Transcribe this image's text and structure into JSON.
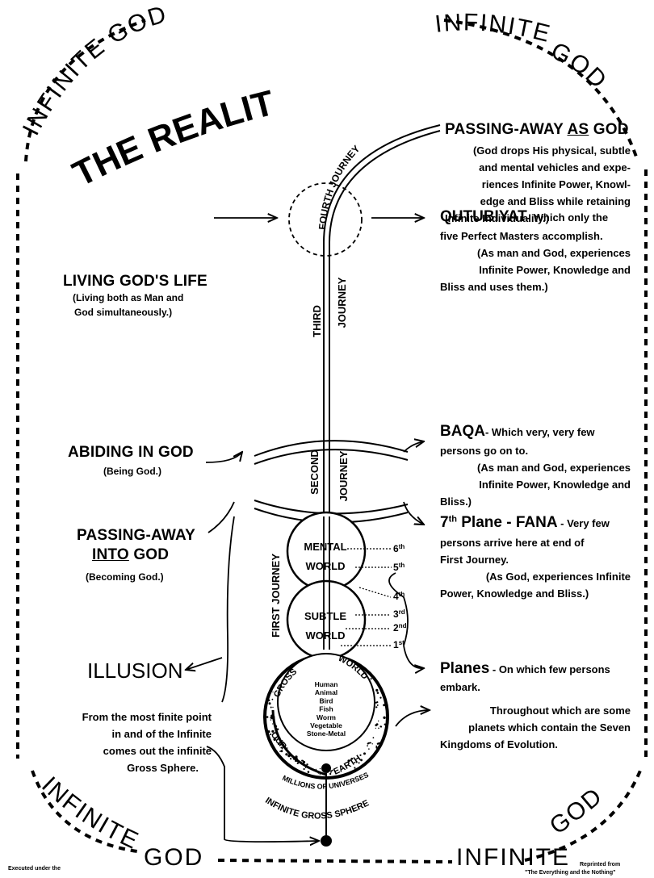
{
  "corners": {
    "top_left": "INFINITE GOD",
    "top_right_a": "INFINITE",
    "top_right_b": "GOD",
    "bottom_left_a": "INFINITE",
    "bottom_left_b": "GOD",
    "bottom_right_a": "INFINITE",
    "bottom_right_b": "GOD"
  },
  "title": "THE REALITY",
  "journeys": {
    "fourth": "FOURTH JOURNEY",
    "third_a": "THIRD",
    "third_b": "JOURNEY",
    "second_a": "SECOND",
    "second_b": "JOURNEY",
    "first": "FIRST JOURNEY"
  },
  "left": {
    "living": {
      "title": "LIVING GOD'S LIFE",
      "sub1": "(Living both as Man and",
      "sub2": "God simultaneously.)"
    },
    "abiding": {
      "title": "ABIDING IN GOD",
      "sub": "(Being God.)"
    },
    "passing_into": {
      "title1": "PASSING-AWAY",
      "title2_u": "INTO",
      "title2_rest": " GOD",
      "sub": "(Becoming God.)"
    },
    "illusion": "ILLUSION",
    "finite_point": [
      "From the most finite point",
      "in and of the Infinite",
      "comes out the infinite",
      "Gross Sphere."
    ]
  },
  "right": {
    "passing_as": {
      "title_a": "PASSING-AWAY ",
      "title_u": "AS",
      "title_b": " GOD",
      "lines": [
        "(God drops His physical, subtle",
        "and mental vehicles and expe-",
        "riences Infinite Power, Knowl-",
        "edge and Bliss while retaining",
        "Infinite Individuality.)"
      ]
    },
    "qutubiyat": {
      "title": "QUTUBIYAT",
      "dash_text": "- Which only the",
      "lines": [
        "five Perfect Masters accomplish.",
        "(As man and God, experiences",
        "Infinite Power, Knowledge and",
        "Bliss and uses them.)"
      ]
    },
    "baqa": {
      "title": "BAQA",
      "dash_text": "- Which very, very few",
      "lines": [
        "persons go on to.",
        "(As man and God, experiences",
        "Infinite Power, Knowledge and",
        "Bliss.)"
      ]
    },
    "fana": {
      "title_a": "7",
      "title_sup": "th",
      "title_b": " Plane - FANA",
      "dash_text": " - Very few",
      "lines": [
        "persons arrive here at end of",
        "First Journey.",
        "(As God, experiences Infinite",
        "Power, Knowledge and Bliss.)"
      ]
    },
    "planes": {
      "title": "Planes",
      "dash_text": " - On which few persons",
      "line2": "embark."
    },
    "throughout": [
      "Throughout which are some",
      "planets which contain the Seven",
      "Kingdoms of Evolution."
    ]
  },
  "spheres": {
    "mental_a": "MENTAL",
    "mental_b": "WORLD",
    "subtle_a": "SUBTLE",
    "subtle_b": "WORLD",
    "planes": [
      {
        "n": "6",
        "s": "th"
      },
      {
        "n": "5",
        "s": "th"
      },
      {
        "n": "4",
        "s": "th"
      },
      {
        "n": "3",
        "s": "rd"
      },
      {
        "n": "2",
        "s": "nd"
      },
      {
        "n": "1",
        "s": "st"
      }
    ],
    "gross": "GROSS",
    "world": "WORLD",
    "our": "OUR",
    "earth": "EARTH",
    "kingdoms": [
      "Human",
      "Animal",
      "Bird",
      "Fish",
      "Worm",
      "Vegetable",
      "Stone-Metal"
    ],
    "millions": "MILLIONS OF UNIVERSES",
    "infinite_gross": "INFINITE GROSS SPHERE"
  },
  "footer": {
    "left": "Executed under the",
    "right_a": "Reprinted from",
    "right_b": "\"The Everything and the Nothing\""
  }
}
